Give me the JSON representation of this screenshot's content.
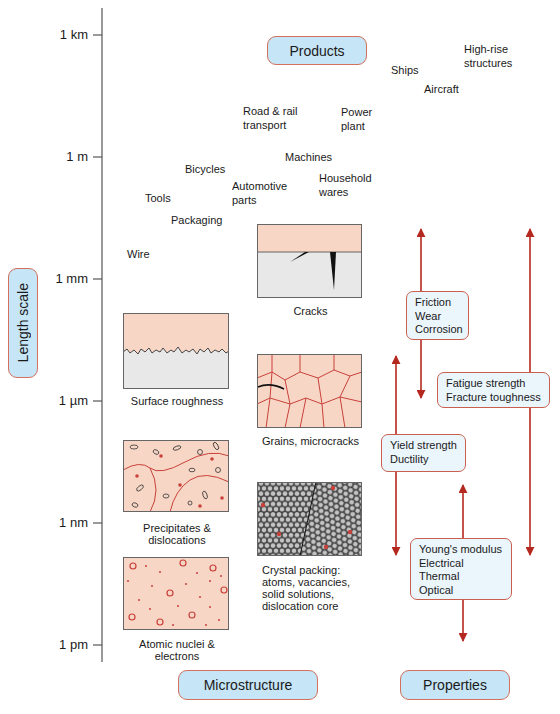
{
  "diagram": {
    "nodes": [
      {
        "text": [
          "Products"
        ]
      },
      {
        "text": [
          "Cracks"
        ]
      },
      {
        "text": [
          "Length scale"
        ]
      },
      {
        "text": [
          "Friction",
          "Wear",
          "Corrosion"
        ]
      },
      {
        "text": [
          "Surface roughness"
        ]
      },
      {
        "text": [
          "Grains, microcracks"
        ]
      },
      {
        "text": [
          "Fatigue strength",
          "Fracture toughness"
        ]
      },
      {
        "text": [
          "Yield strength",
          "Ductility"
        ]
      },
      {
        "text": [
          "Precipitates & dislocations"
        ]
      },
      {
        "text": [
          "Crystal packing: atoms, vacancies, solid solutions, dislocation core"
        ]
      },
      {
        "text": [
          "Young's modulus",
          "Electrical",
          "Thermal",
          "Optical"
        ]
      },
      {
        "text": [
          "Atomic nuclei & electrons"
        ]
      },
      {
        "text": [
          "Microstructure"
        ]
      },
      {
        "text": [
          "Properties"
        ]
      }
    ],
    "labels": [
      "1 km",
      "1 m",
      "1 mm",
      "1 µm",
      "1 nm",
      "1 pm",
      "High-rise structures",
      "Ships",
      "Aircraft",
      "Road & rail transport",
      "Power plant",
      "Machines",
      "Bicycles",
      "Household wares",
      "Automotive parts",
      "Tools",
      "Packaging",
      "Wire"
    ]
  }
}
